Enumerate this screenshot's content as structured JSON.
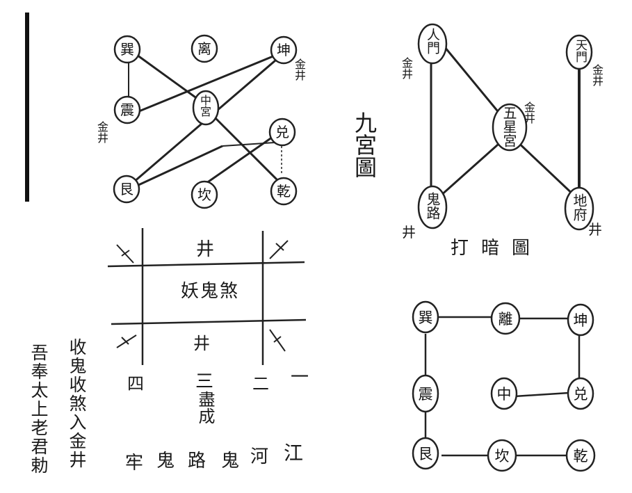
{
  "nine_palace_diagram": {
    "title": "九宮圖",
    "nodes": {
      "xun": "巽",
      "li": "离",
      "kun": "坤",
      "zhen": "震",
      "zhong": "中宮",
      "dui": "兑",
      "gen": "艮",
      "kan": "坎",
      "qian": "乾"
    },
    "marks": {
      "kun": "金井",
      "zhen": "金井"
    }
  },
  "hidden_strike_diagram": {
    "title": "打暗圖",
    "nodes": {
      "ren_men": "人門",
      "tian_men": "天門",
      "wu_xing_gong": "五星宮",
      "gui_lu": "鬼路",
      "di_fu": "地府"
    },
    "marks": {
      "ren_men": "金井",
      "tian_men": "金井",
      "wu_xing_gong": "金井",
      "gui_lu": "井",
      "di_fu": "井"
    }
  },
  "grid_diagram": {
    "center_text": "妖鬼煞",
    "top_mark": "井",
    "bottom_mark": "井"
  },
  "numerals": {
    "one": "一",
    "two": "二",
    "three": "三",
    "four": "四",
    "san_jin_cheng": "盡成"
  },
  "bottom_row": {
    "jiang": "江",
    "he": "河",
    "gui": "鬼",
    "lu": "路",
    "gui2": "鬼",
    "lao": "牢"
  },
  "incantation": {
    "line1": "收鬼收煞入金井",
    "line2": "吾奉太上老君勅"
  },
  "lower_palace_diagram": {
    "nodes": {
      "xun": "巽",
      "li": "離",
      "kun": "坤",
      "zhen": "震",
      "zhong": "中",
      "dui": "兑",
      "gen": "艮",
      "kan": "坎",
      "qian": "乾"
    }
  }
}
